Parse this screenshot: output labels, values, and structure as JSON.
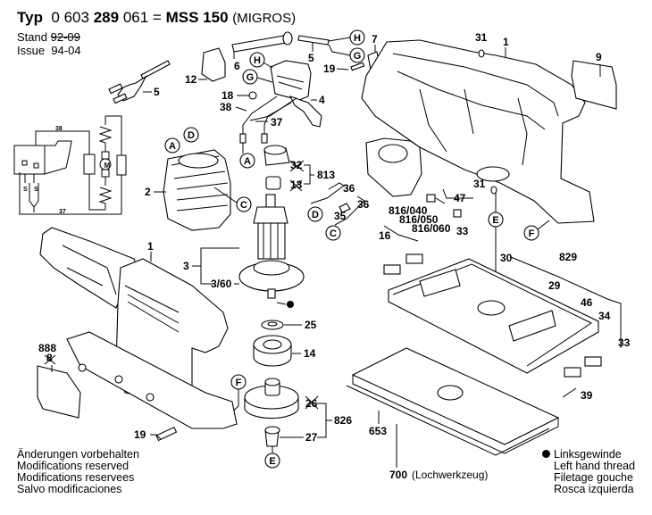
{
  "header": {
    "typ_label": "Typ",
    "part_prefix": "0 603",
    "part_bold": "289",
    "part_suffix": "061",
    "equals": "=",
    "model": "MSS 150",
    "variant": "(MIGROS)"
  },
  "revision": {
    "stand_label": "Stand",
    "stand_value": "92-09",
    "issue_label": "Issue",
    "issue_value": "94-04"
  },
  "notes": [
    "Änderungen vorbehalten",
    "Modifications reserved",
    "Modifications reservees",
    "Salvo modificaciones"
  ],
  "legend": {
    "symbol": "filled-dot",
    "lines": [
      "Linksgewinde",
      "Left hand thread",
      "Filetage gouche",
      "Rosca izquierda"
    ]
  },
  "part_labels": {
    "p5a": "5",
    "p6": "6",
    "p5b": "5",
    "p7": "7",
    "p19a": "19",
    "p31a": "31",
    "p1a": "1",
    "p9": "9",
    "p12": "12",
    "p18": "18",
    "p38": "38",
    "p37": "37",
    "p4": "4",
    "p2": "2",
    "p32": "32",
    "p13": "13",
    "p813": "813",
    "p36a": "36",
    "p36b": "36",
    "p35": "35",
    "p31b": "31",
    "p47": "47",
    "p816_040": "816/040",
    "p816_050": "816/050",
    "p816_060": "816/060",
    "p16": "16",
    "p33a": "33",
    "p1b": "1",
    "p3": "3",
    "p3_60": "3/60",
    "p25": "25",
    "p14": "14",
    "p26": "26",
    "p826": "826",
    "p27": "27",
    "p19b": "19",
    "p888": "888",
    "p8": "8",
    "p30": "30",
    "p829": "829",
    "p29": "29",
    "p46": "46",
    "p34": "34",
    "p33b": "33",
    "p39": "39",
    "p653": "653",
    "p700": "700",
    "p700_note": "(Lochwerkzeug)"
  },
  "circuit_labels": {
    "w38": "38",
    "w37": "37",
    "s1": "S",
    "s2": "S",
    "motor": "M"
  },
  "connector_markers": {
    "H1": "H",
    "G1": "G",
    "H2": "H",
    "G2": "G",
    "A1": "A",
    "D1": "D",
    "A2": "A",
    "C1": "C",
    "D2": "D",
    "C2": "C",
    "E1": "E",
    "F1": "F",
    "F2": "F",
    "E2": "E"
  }
}
